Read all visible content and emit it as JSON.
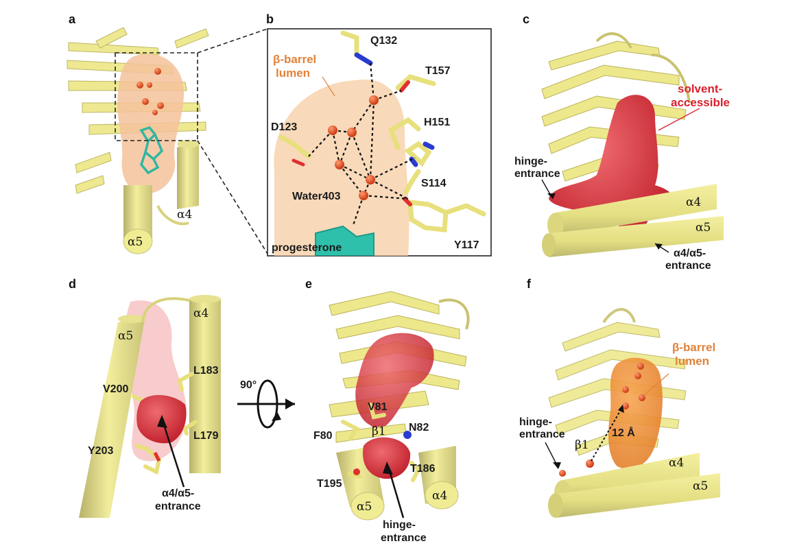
{
  "panels": {
    "a": "a",
    "b": "b",
    "c": "c",
    "d": "d",
    "e": "e",
    "f": "f"
  },
  "labels": {
    "a": {
      "alpha4": "α4",
      "alpha5": "α5"
    },
    "b": {
      "lumen_line1": "β-barrel",
      "lumen_line2": "lumen",
      "q132": "Q132",
      "t157": "T157",
      "d123": "D123",
      "h151": "H151",
      "s114": "S114",
      "water403": "Water403",
      "progesterone": "progesterone",
      "y117": "Y117"
    },
    "c": {
      "solvent_line1": "solvent-",
      "solvent_line2": "accessible",
      "hinge_line1": "hinge-",
      "hinge_line2": "entrance",
      "alpha4": "α4",
      "alpha5": "α5",
      "a45_line1": "α4/α5-",
      "a45_line2": "entrance"
    },
    "d": {
      "alpha5": "α5",
      "alpha4": "α4",
      "l183": "L183",
      "v200": "V200",
      "l179": "L179",
      "y203": "Y203",
      "a45_line1": "α4/α5-",
      "a45_line2": "entrance"
    },
    "rotation": "90°",
    "e": {
      "v81": "V81",
      "n82": "N82",
      "f80": "F80",
      "beta1": "β1",
      "t186": "T186",
      "t195": "T195",
      "alpha5": "α5",
      "alpha4": "α4",
      "hinge_line1": "hinge-",
      "hinge_line2": "entrance"
    },
    "f": {
      "lumen_line1": "β-barrel",
      "lumen_line2": "lumen",
      "hinge_line1": "hinge-",
      "hinge_line2": "entrance",
      "beta1": "β1",
      "dist": "12 Å",
      "alpha4": "α4",
      "alpha5": "α5"
    }
  },
  "colors": {
    "protein": "#eee88c",
    "protein_edge": "#b9b25a",
    "helix_dark": "#c6c07a",
    "lumen": "#f4c29b",
    "cavity": "#d8353d",
    "water": "#e0421a",
    "ligand": "#2fb7a0",
    "label_orange": "#e2823a",
    "label_red": "#d8202c"
  }
}
